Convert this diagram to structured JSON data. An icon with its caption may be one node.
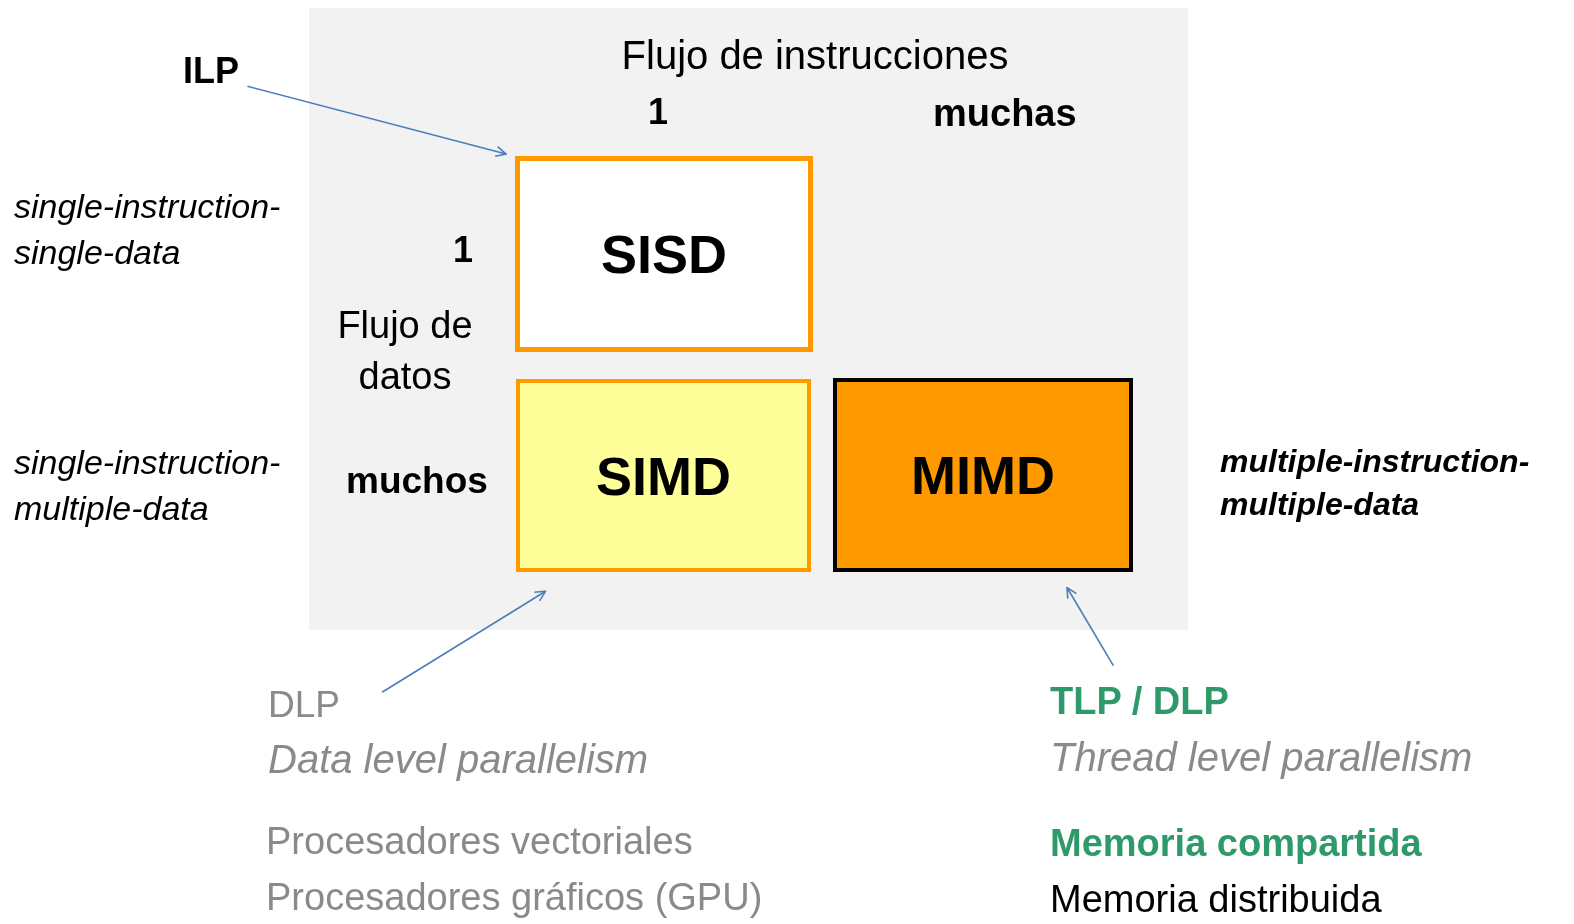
{
  "diagram": {
    "nodes": [
      {
        "text": [
          "ILP"
        ]
      },
      {
        "text": [
          "SISD"
        ]
      },
      {
        "text": [
          "SIMD"
        ]
      },
      {
        "text": [
          "MIMD"
        ]
      },
      {
        "text": [
          "DLP",
          "Data level parallelism"
        ]
      },
      {
        "text": [
          "TLP / DLP",
          "Thread level parallelism"
        ]
      }
    ],
    "edges": [
      {
        "from": 0,
        "to": 1,
        "arrow": "to"
      },
      {
        "from": 4,
        "to": 2,
        "arrow": "to"
      },
      {
        "from": 5,
        "to": 3,
        "arrow": "to"
      }
    ],
    "labels": [
      "Flujo de instrucciones",
      "1",
      "muchas",
      "single-instruction-single-data",
      "1",
      "Flujo de datos",
      "single-instruction-multiple-data",
      "muchos",
      "multiple-instruction-multiple-data",
      "Procesadores vectoriales",
      "Procesadores gráficos (GPU)",
      "Memoria compartida",
      "Memoria distribuida"
    ]
  }
}
